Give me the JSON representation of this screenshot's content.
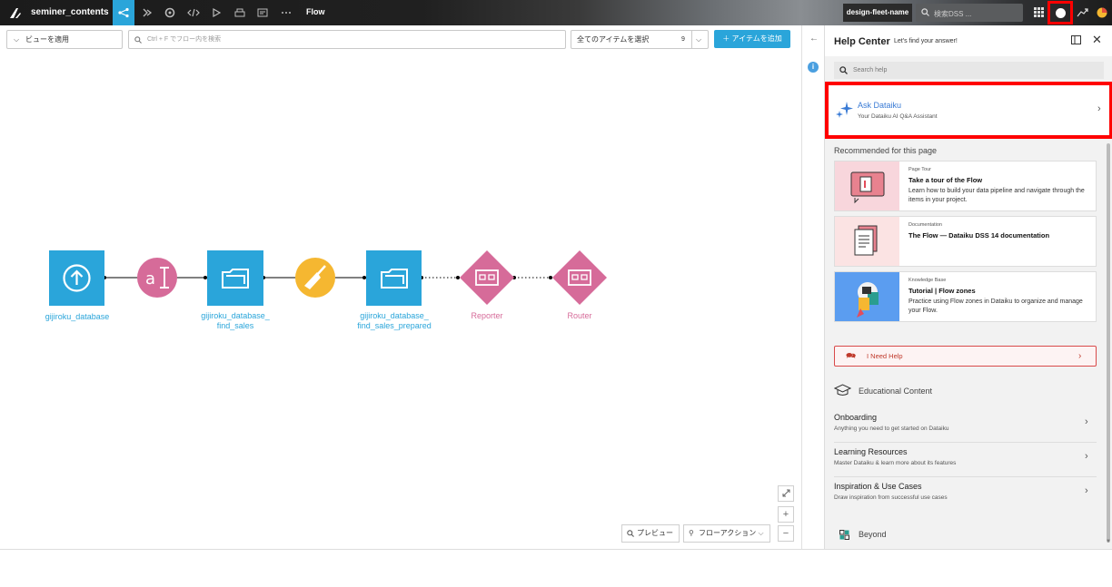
{
  "topbar": {
    "project_name": "seminer_contents",
    "flow_label": "Flow",
    "instance_name": "design-fleet-name",
    "search_placeholder": "検索DSS ..."
  },
  "toolbar": {
    "view_select": "ビューを適用",
    "flow_search_placeholder": "Ctrl + F でフロー内を検索",
    "select_all": "全てのアイテムを選択",
    "select_count": "9",
    "add_item": "アイテムを追加"
  },
  "flow": {
    "nodes": [
      {
        "label": "gijiroku_database",
        "type": "dataset-upload"
      },
      {
        "label": "",
        "type": "recipe-text"
      },
      {
        "label": "gijiroku_database_\nfind_sales",
        "type": "dataset-folder"
      },
      {
        "label": "",
        "type": "recipe-prepare"
      },
      {
        "label": "gijiroku_database_\nfind_sales_prepared",
        "type": "dataset-folder"
      },
      {
        "label": "Reporter",
        "type": "agent"
      },
      {
        "label": "Router",
        "type": "agent"
      }
    ],
    "preview_button": "プレビュー",
    "flow_actions_button": "フローアクション",
    "zoom_in": "+",
    "zoom_out": "−"
  },
  "help": {
    "title": "Help Center",
    "subtitle": "Let's find your answer!",
    "search_placeholder": "Search help",
    "ask": {
      "title": "Ask Dataiku",
      "subtitle": "Your Dataiku AI Q&A Assistant"
    },
    "recommended_title": "Recommended for this page",
    "cards": [
      {
        "kind": "Page Tour",
        "title": "Take a tour of the Flow",
        "desc": "Learn how to build your data pipeline and navigate through the items in your project."
      },
      {
        "kind": "Documentation",
        "title": "The Flow — Dataiku DSS 14 documentation",
        "desc": ""
      },
      {
        "kind": "Knowledge Base",
        "title": "Tutorial | Flow zones",
        "desc": "Practice using Flow zones in Dataiku to organize and manage your Flow."
      }
    ],
    "need_help": "I Need Help",
    "educational_title": "Educational Content",
    "edu_items": [
      {
        "title": "Onboarding",
        "desc": "Anything you need to get started on Dataiku"
      },
      {
        "title": "Learning Resources",
        "desc": "Master Dataiku & learn more about its features"
      },
      {
        "title": "Inspiration & Use Cases",
        "desc": "Draw inspiration from successful use cases"
      }
    ],
    "beyond": "Beyond"
  },
  "colors": {
    "accent_blue": "#2aa5da",
    "recipe_pink": "#d66b99",
    "prepare_yellow": "#f5b731",
    "highlight_red": "#ff0000"
  }
}
